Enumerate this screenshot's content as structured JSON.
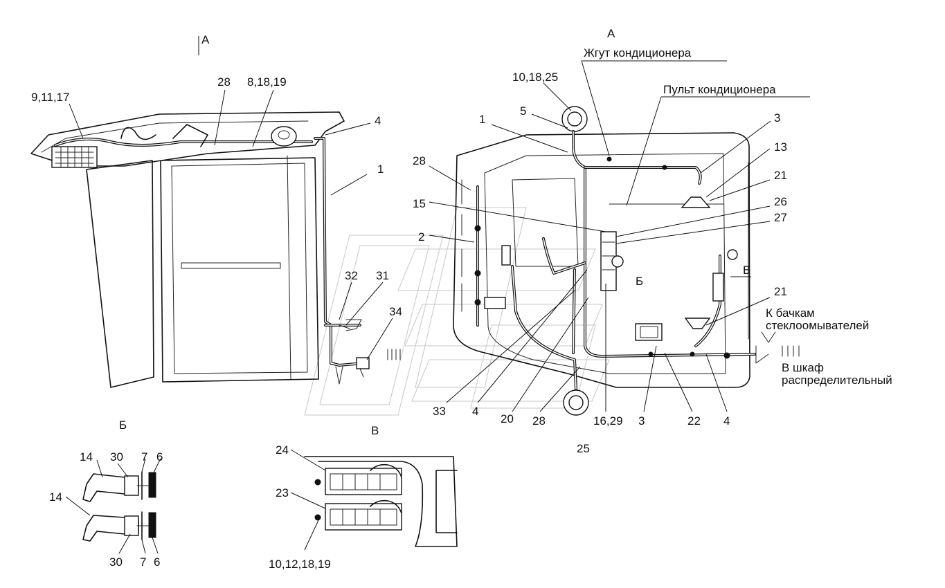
{
  "diagram": {
    "view_marks": {
      "view_a_left": "А",
      "view_a_right": "А",
      "view_b_mark": "Б",
      "view_v_mark": "В",
      "view_v_right": "В",
      "view_b_detail": "Б"
    },
    "notes": {
      "harness_ac": "Жгут кондиционера",
      "panel_ac": "Пульт кондиционера",
      "to_tanks_line1": "К бачкам",
      "to_tanks_line2": "стеклоомывателей",
      "to_cabinet_line1": "В шкаф",
      "to_cabinet_line2": "распределительный"
    },
    "left_view": {
      "c1": "9,11,17",
      "c2": "28",
      "c3": "8,18,19",
      "c4": "4",
      "c5": "1",
      "c6": "32",
      "c7": "31",
      "c8": "34"
    },
    "right_view": {
      "c1": "10,18,25",
      "c2": "5",
      "c3": "1",
      "c4": "28",
      "c5": "15",
      "c6": "2",
      "c7": "3",
      "c8": "13",
      "c9": "21",
      "c10": "26",
      "c11": "27",
      "c12": "21",
      "c13": "33",
      "c14": "4",
      "c15": "20",
      "c16": "28",
      "c17": "25",
      "c18": "16,29",
      "c19": "3",
      "c20": "22",
      "c21": "4"
    },
    "detail_b": {
      "c1": "14",
      "c2": "30",
      "c3": "7",
      "c4": "6",
      "c5": "14",
      "c6": "30",
      "c7": "7",
      "c8": "6"
    },
    "detail_v": {
      "c1": "24",
      "c2": "23",
      "c3": "10,12,18,19"
    }
  }
}
